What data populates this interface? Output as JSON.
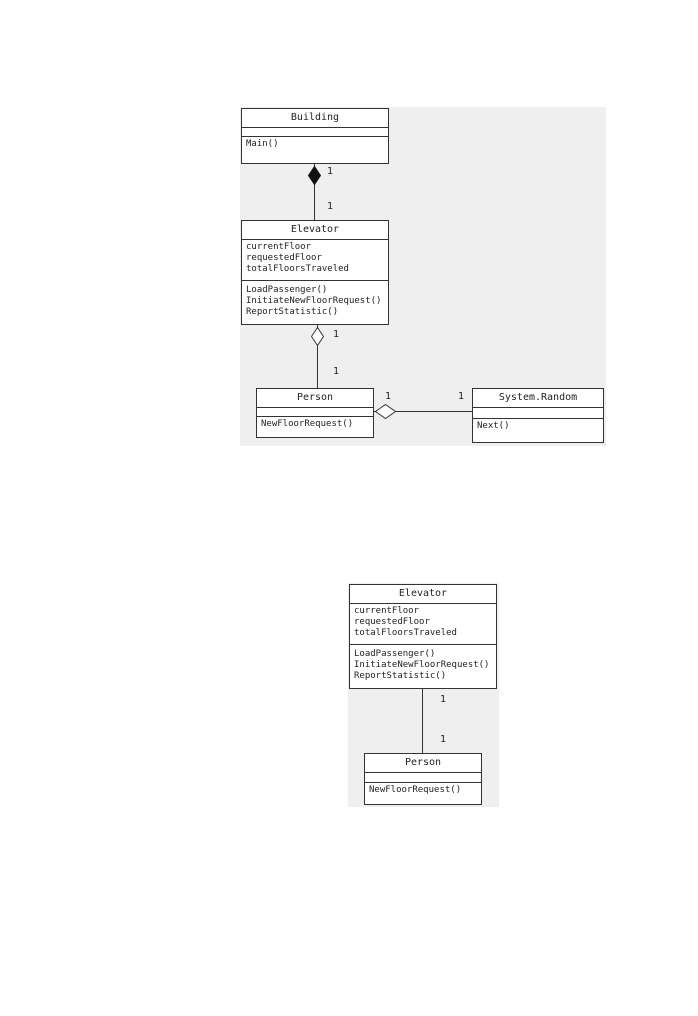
{
  "top_diagram": {
    "classes": {
      "building": {
        "name": "Building",
        "attributes": [],
        "methods": [
          "Main()"
        ]
      },
      "elevator": {
        "name": "Elevator",
        "attributes": [
          "currentFloor",
          "requestedFloor",
          "totalFloorsTraveled"
        ],
        "methods": [
          "LoadPassenger()",
          "InitiateNewFloorRequest()",
          "ReportStatistic()"
        ]
      },
      "person": {
        "name": "Person",
        "attributes": [],
        "methods": [
          "NewFloorRequest()"
        ]
      },
      "system_random": {
        "name": "System.Random",
        "attributes": [],
        "methods": [
          "Next()"
        ]
      }
    },
    "connectors": {
      "building_elevator": {
        "type": "composition",
        "from": "Building",
        "to": "Elevator",
        "from_multiplicity": "1",
        "to_multiplicity": "1"
      },
      "elevator_person": {
        "type": "aggregation",
        "from": "Elevator",
        "to": "Person",
        "from_multiplicity": "1",
        "to_multiplicity": "1"
      },
      "person_random": {
        "type": "aggregation",
        "from": "Person",
        "to": "System.Random",
        "from_multiplicity": "1",
        "to_multiplicity": "1"
      }
    }
  },
  "bottom_diagram": {
    "classes": {
      "elevator": {
        "name": "Elevator",
        "attributes": [
          "currentFloor",
          "requestedFloor",
          "totalFloorsTraveled"
        ],
        "methods": [
          "LoadPassenger()",
          "InitiateNewFloorRequest()",
          "ReportStatistic()"
        ]
      },
      "person": {
        "name": "Person",
        "attributes": [],
        "methods": [
          "NewFloorRequest()"
        ]
      }
    },
    "connectors": {
      "elevator_person": {
        "type": "association",
        "from": "Elevator",
        "to": "Person",
        "from_multiplicity": "1",
        "to_multiplicity": "1"
      }
    }
  },
  "colors": {
    "line": "#333333",
    "box_background": "#ffffff",
    "scan_background": "#efefef",
    "text": "#222222"
  }
}
